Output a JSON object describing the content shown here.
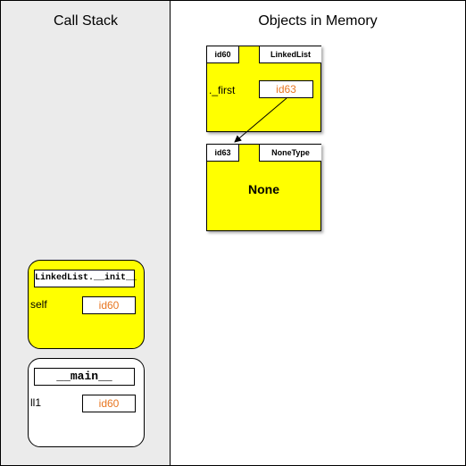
{
  "call_stack": {
    "title": "Call Stack",
    "frames": [
      {
        "name": "LinkedList.__init__",
        "variables": [
          {
            "name": "self",
            "value": "id60"
          }
        ]
      },
      {
        "name": "__main__",
        "variables": [
          {
            "name": "ll1",
            "value": "id60"
          }
        ]
      }
    ]
  },
  "memory": {
    "title": "Objects in Memory",
    "objects": [
      {
        "id": "id60",
        "type": "LinkedList",
        "attributes": [
          {
            "name": "._first",
            "value": "id63"
          }
        ]
      },
      {
        "id": "id63",
        "type": "NoneType",
        "value": "None"
      }
    ]
  },
  "colors": {
    "frame_active": "#ffff00",
    "object_fill": "#ffff00",
    "reference_text": "#e87722",
    "stack_background": "#ebebeb"
  }
}
